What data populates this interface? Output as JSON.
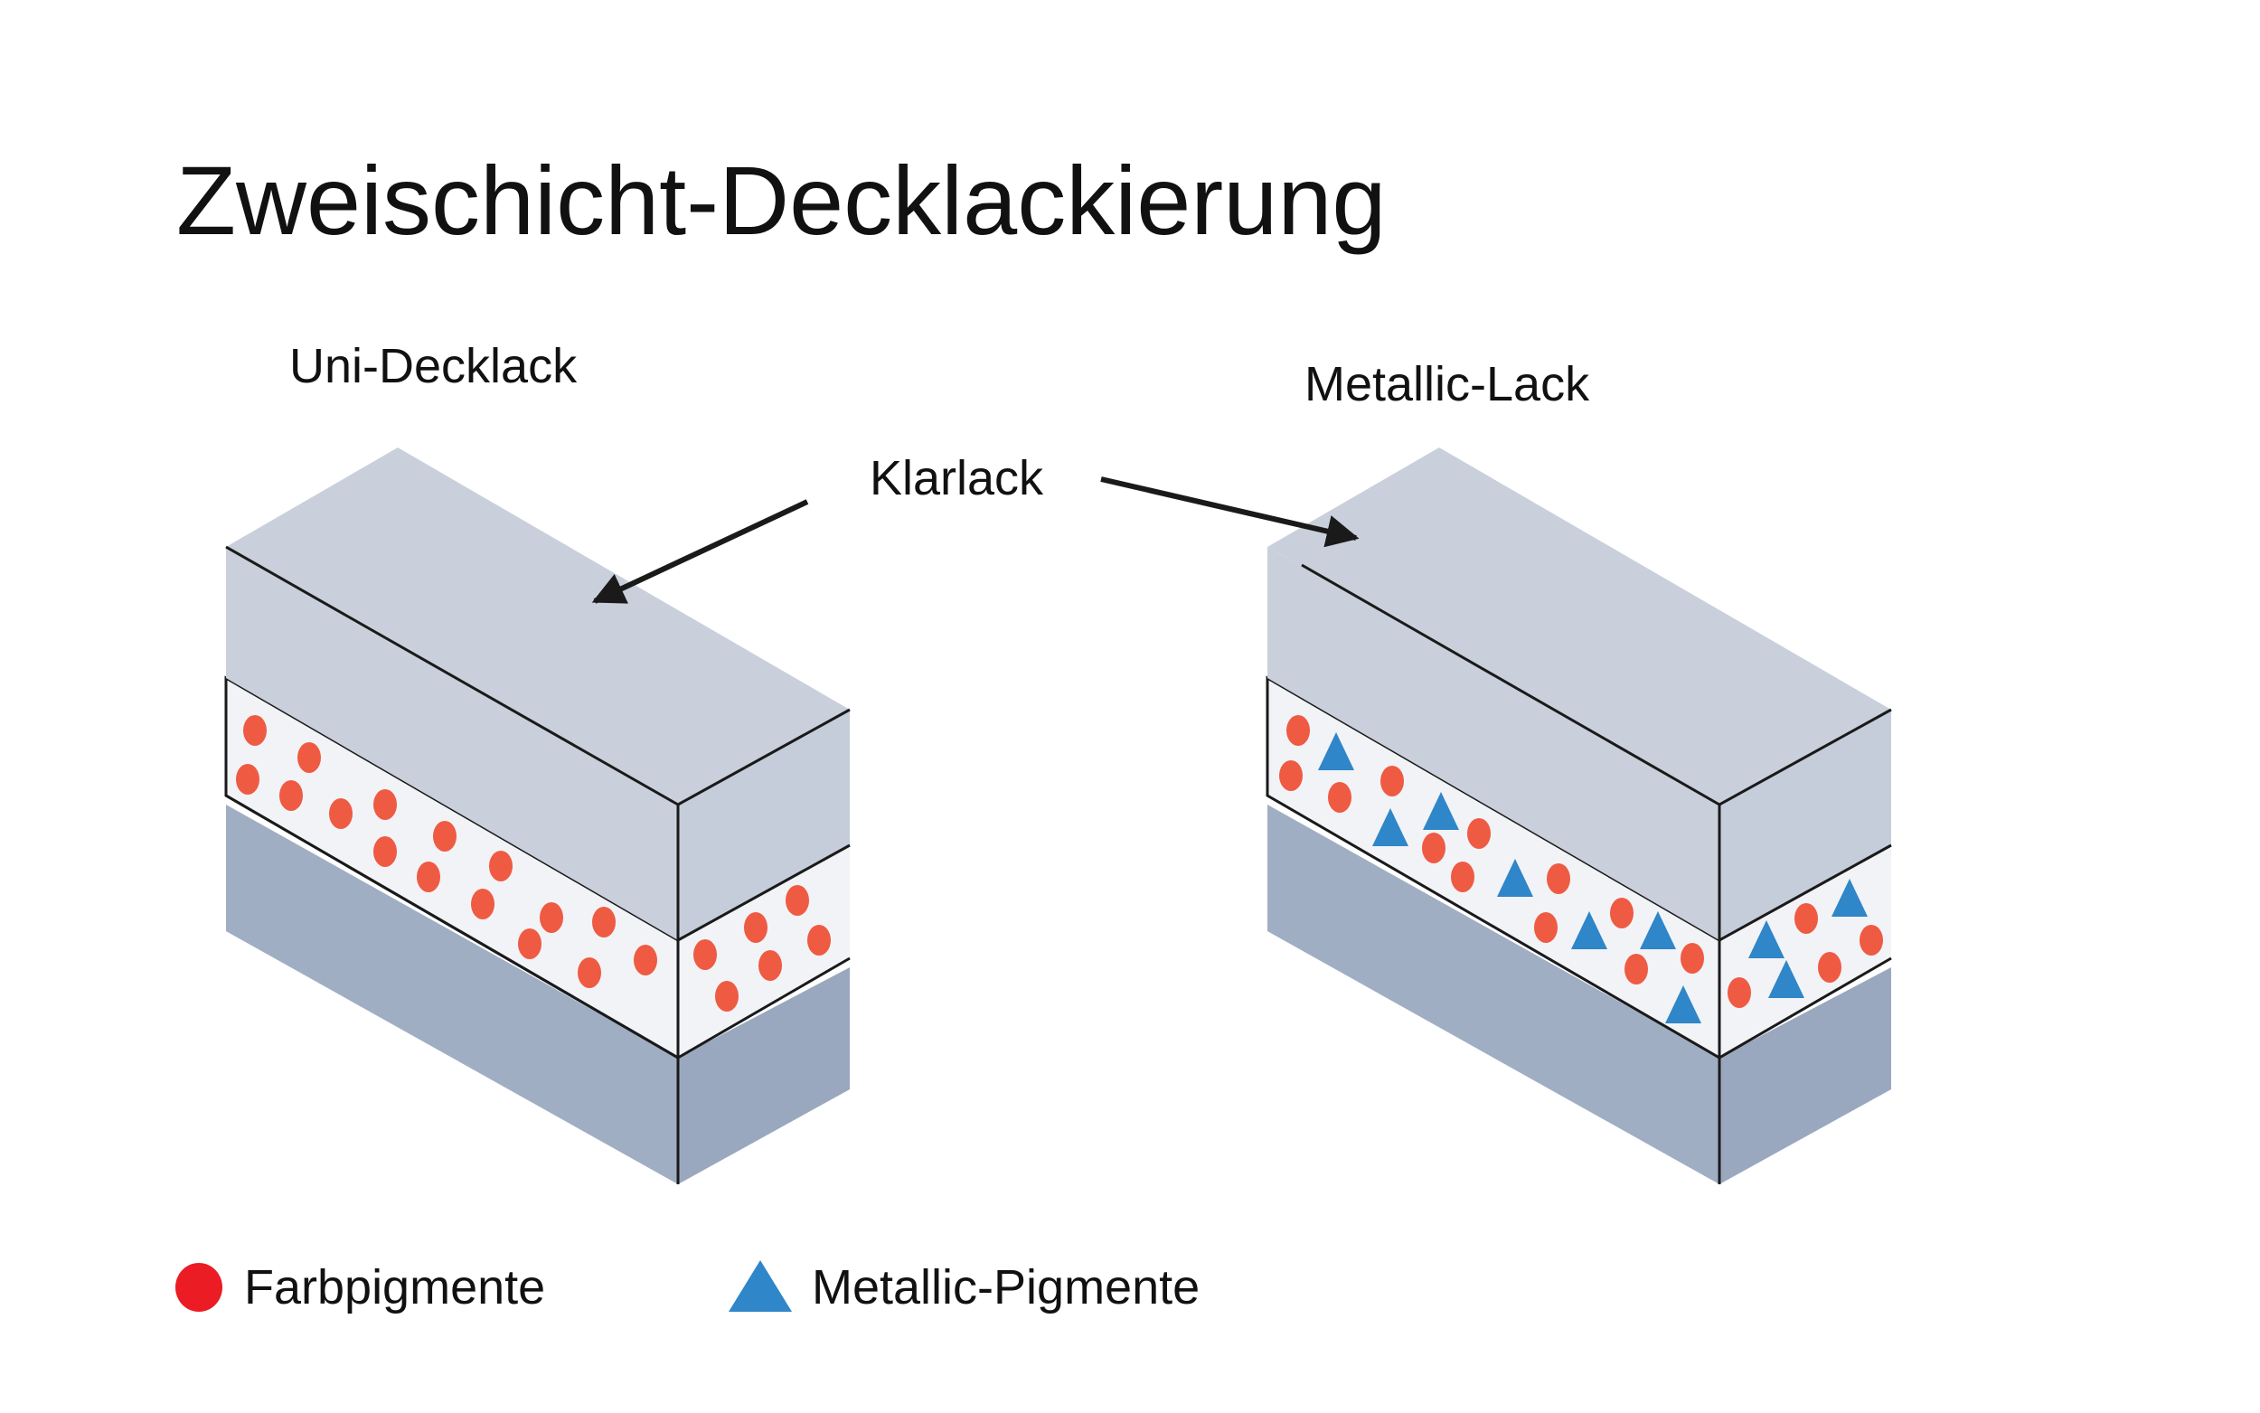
{
  "title": "Zweischicht-Decklackierung",
  "labels": {
    "uni": "Uni-Decklack",
    "metallic": "Metallic-Lack",
    "clearcoat": "Klarlack"
  },
  "legend": {
    "color_pigments": "Farbpigmente",
    "metallic_pigments": "Metallic-Pigmente"
  },
  "colors": {
    "clearcoat_face": "#c9d0dc",
    "clearcoat_side": "#c6cdda",
    "basecoat_face": "#f2f3f6",
    "substrate_face": "#a0aec4",
    "substrate_side": "#9fadc3",
    "color_pigment": "#ef5a43",
    "legend_color_pigment": "#ec1c24",
    "metallic_pigment": "#2f86c8",
    "edge": "#1a1a1a"
  },
  "icons": {
    "color_pigment": "red-circle-icon",
    "metallic_pigment": "blue-triangle-icon"
  }
}
